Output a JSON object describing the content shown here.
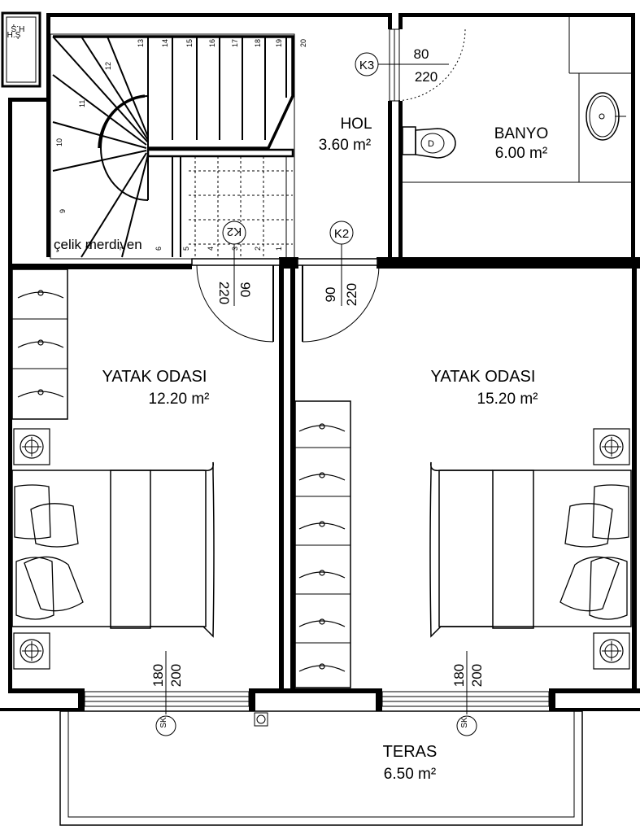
{
  "plan": {
    "rooms": [
      {
        "id": "hol",
        "name": "HOL",
        "area": "3.60 m²"
      },
      {
        "id": "banyo",
        "name": "BANYO",
        "area": "6.00 m²"
      },
      {
        "id": "yatak-left",
        "name": "YATAK ODASI",
        "area": "12.20 m²"
      },
      {
        "id": "yatak-right",
        "name": "YATAK ODASI",
        "area": "15.20 m²"
      },
      {
        "id": "teras",
        "name": "TERAS",
        "area": "6.50 m²"
      }
    ],
    "doors": [
      {
        "tag": "K3",
        "width": "80",
        "height": "220"
      },
      {
        "tag": "K2",
        "width": "90",
        "height": "220"
      },
      {
        "tag": "K2",
        "width": "90",
        "height": "220"
      }
    ],
    "windows": [
      {
        "width": "180",
        "height": "200",
        "tag": "SK"
      },
      {
        "width": "180",
        "height": "200",
        "tag": "SK"
      }
    ],
    "stair": {
      "label": "çelik merdiven",
      "steps": [
        "1",
        "2",
        "3",
        "4",
        "5",
        "6",
        "7",
        "8",
        "9",
        "10",
        "11",
        "12",
        "13",
        "14",
        "15",
        "16",
        "17",
        "18",
        "19",
        "20"
      ]
    },
    "shaft_label": "H.Ş"
  }
}
